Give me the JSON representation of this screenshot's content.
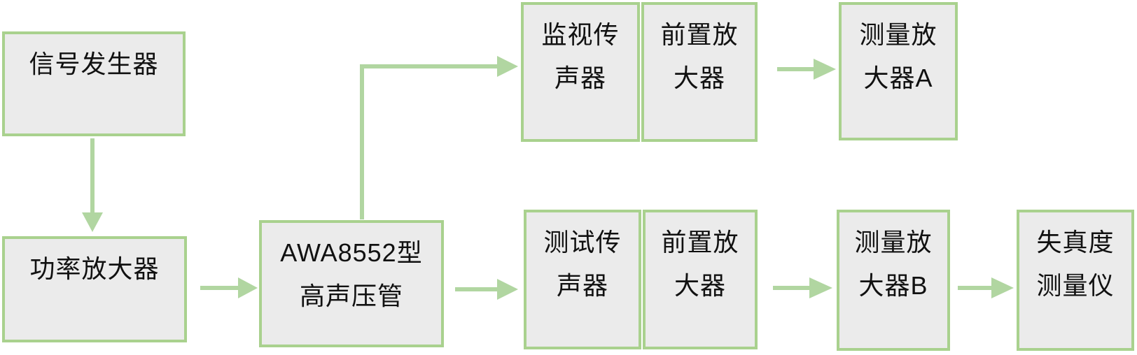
{
  "diagram": {
    "type": "flowchart",
    "description": "Distortion measurement test setup block diagram",
    "colors": {
      "background": "#ffffff",
      "box_fill": "#ebebeb",
      "box_border": "#a9d18e",
      "connector_green": "#b1d6a1",
      "text": "#111111"
    },
    "nodes": {
      "signal_generator": {
        "label": "信号发生器",
        "line1": "信号发生器",
        "line2": ""
      },
      "power_amplifier": {
        "label": "功率放大器",
        "line1": "功率放大器",
        "line2": ""
      },
      "awa_tube": {
        "label": "AWA8552型高声压管",
        "line1": "AWA8552型",
        "line2": "高声压管"
      },
      "monitor_mic": {
        "label": "监视传声器",
        "line1": "监视传",
        "line2": "声器"
      },
      "preamp_top": {
        "label": "前置放大器",
        "line1": "前置放",
        "line2": "大器"
      },
      "measuring_amp_a": {
        "label": "测量放大器A",
        "line1": "测量放",
        "line2": "大器A"
      },
      "test_mic": {
        "label": "测试传声器",
        "line1": "测试传",
        "line2": "声器"
      },
      "preamp_bottom": {
        "label": "前置放大器",
        "line1": "前置放",
        "line2": "大器"
      },
      "measuring_amp_b": {
        "label": "测量放大器B",
        "line1": "测量放",
        "line2": "大器B"
      },
      "distortion_meter": {
        "label": "失真度测量仪",
        "line1": "失真度",
        "line2": "测量仪"
      }
    },
    "edges": [
      {
        "from": "信号发生器",
        "to": "功率放大器",
        "direction": "down"
      },
      {
        "from": "功率放大器",
        "to": "AWA8552型高声压管",
        "direction": "right"
      },
      {
        "from": "AWA8552型高声压管",
        "to": "监视传声器",
        "direction": "up-right elbow"
      },
      {
        "from": "前置放大器(监视)",
        "to": "测量放大器A",
        "direction": "right"
      },
      {
        "from": "AWA8552型高声压管",
        "to": "测试传声器",
        "direction": "right"
      },
      {
        "from": "前置放大器(测试)",
        "to": "测量放大器B",
        "direction": "right"
      },
      {
        "from": "测量放大器B",
        "to": "失真度测量仪",
        "direction": "right"
      }
    ]
  }
}
